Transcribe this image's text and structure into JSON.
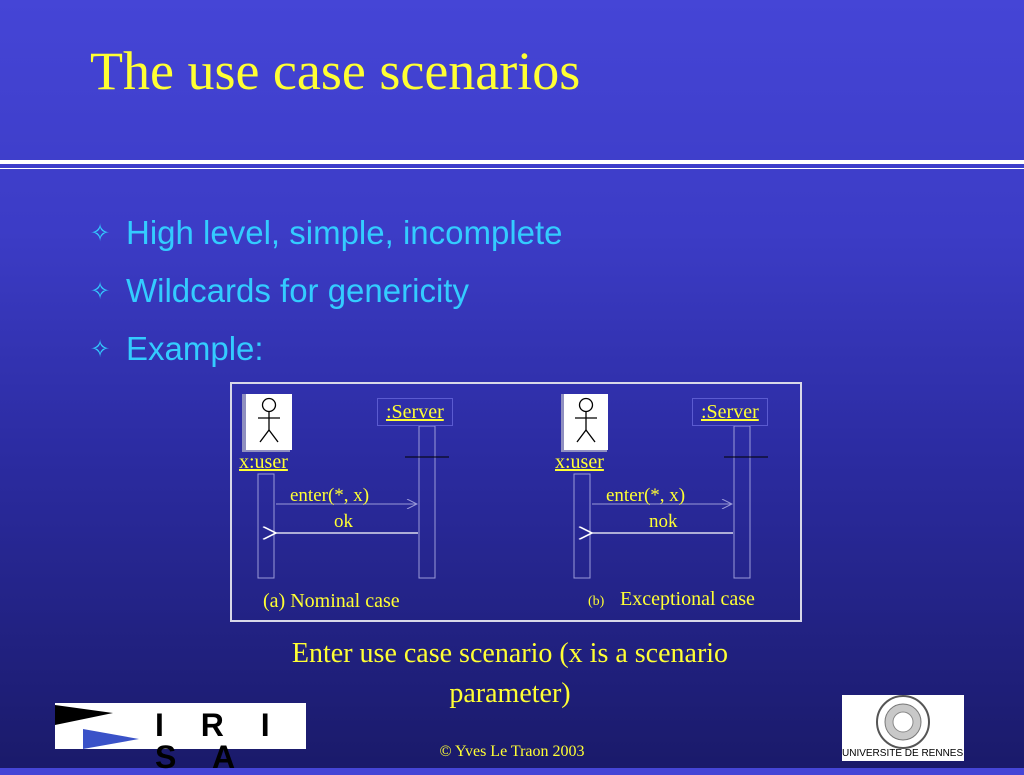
{
  "slide": {
    "title": "The use case scenarios",
    "bullet_symbol": "✧",
    "bullets": [
      {
        "text": "High level, simple, incomplete"
      },
      {
        "text": "Wildcards for genericity"
      },
      {
        "text": "Example:"
      }
    ],
    "caption": "Enter use case scenario (x is a scenario parameter)",
    "copyright": "© Yves Le Traon 2003"
  },
  "diagram": {
    "nominal": {
      "actor_label": "x:user",
      "server_label": ":Server",
      "message_call": "enter(*, x)",
      "message_reply": "ok",
      "case_label": "(a) Nominal case"
    },
    "exceptional": {
      "actor_label": "x:user",
      "server_label": ":Server",
      "message_call": "enter(*, x)",
      "message_reply": "nok",
      "case_prefix": "(b)",
      "case_label": "Exceptional case"
    }
  },
  "logos": {
    "irisa": "I R I S A",
    "rennes": "UNIVERSITE DE RENNES I"
  },
  "colors": {
    "title": "#ffff33",
    "bullet_text": "#33ccff",
    "background_top": "#4545d6",
    "background_bottom": "#1a1a6a"
  }
}
